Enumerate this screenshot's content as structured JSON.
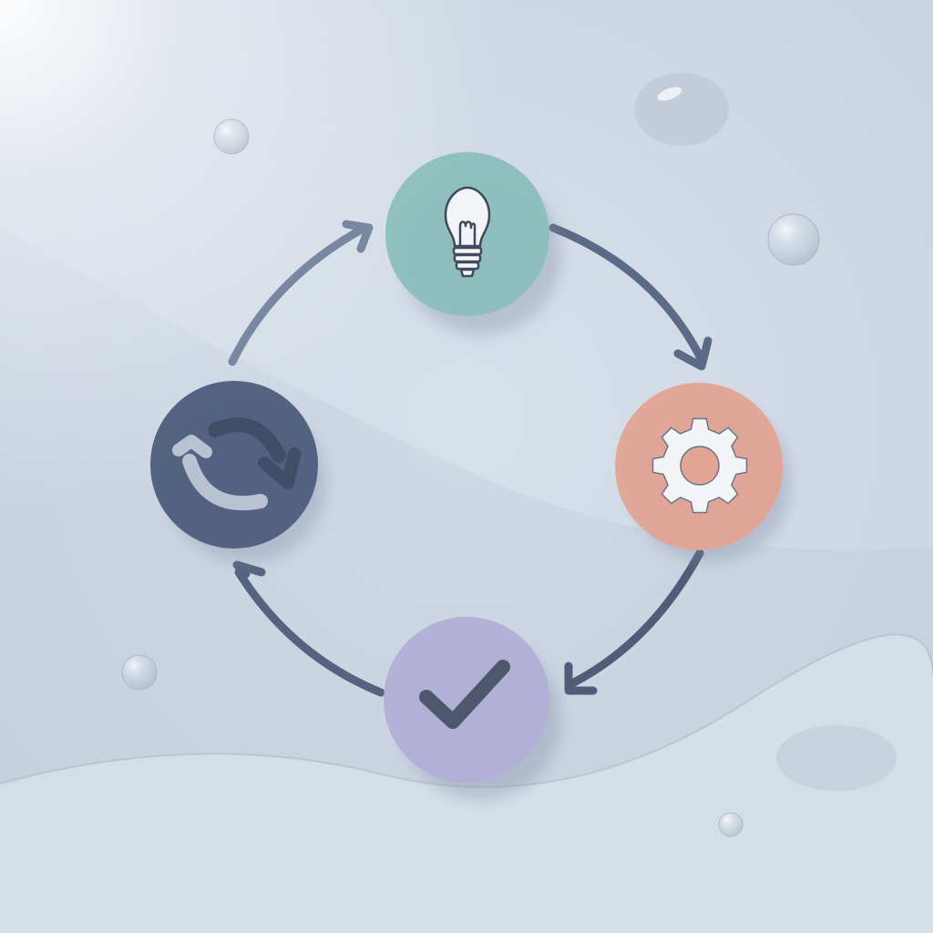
{
  "diagram": {
    "type": "cycle",
    "direction": "clockwise",
    "nodes": [
      {
        "id": "idea",
        "icon": "lightbulb-icon",
        "color": "#8cbfbb"
      },
      {
        "id": "process",
        "icon": "gear-icon",
        "color": "#e2a493"
      },
      {
        "id": "complete",
        "icon": "checkmark-icon",
        "color": "#b2afd6"
      },
      {
        "id": "repeat",
        "icon": "refresh-icon",
        "color": "#4e5f7d"
      }
    ],
    "edges": [
      {
        "from": "idea",
        "to": "process"
      },
      {
        "from": "process",
        "to": "complete"
      },
      {
        "from": "complete",
        "to": "repeat"
      },
      {
        "from": "repeat",
        "to": "idea"
      }
    ]
  },
  "colors": {
    "background": "#cfd8e2",
    "arrow": "#5b6a86",
    "arrow_light": "#7887a2",
    "icon_fill": "#f3f4f7",
    "icon_stroke": "#3f4a5e"
  }
}
